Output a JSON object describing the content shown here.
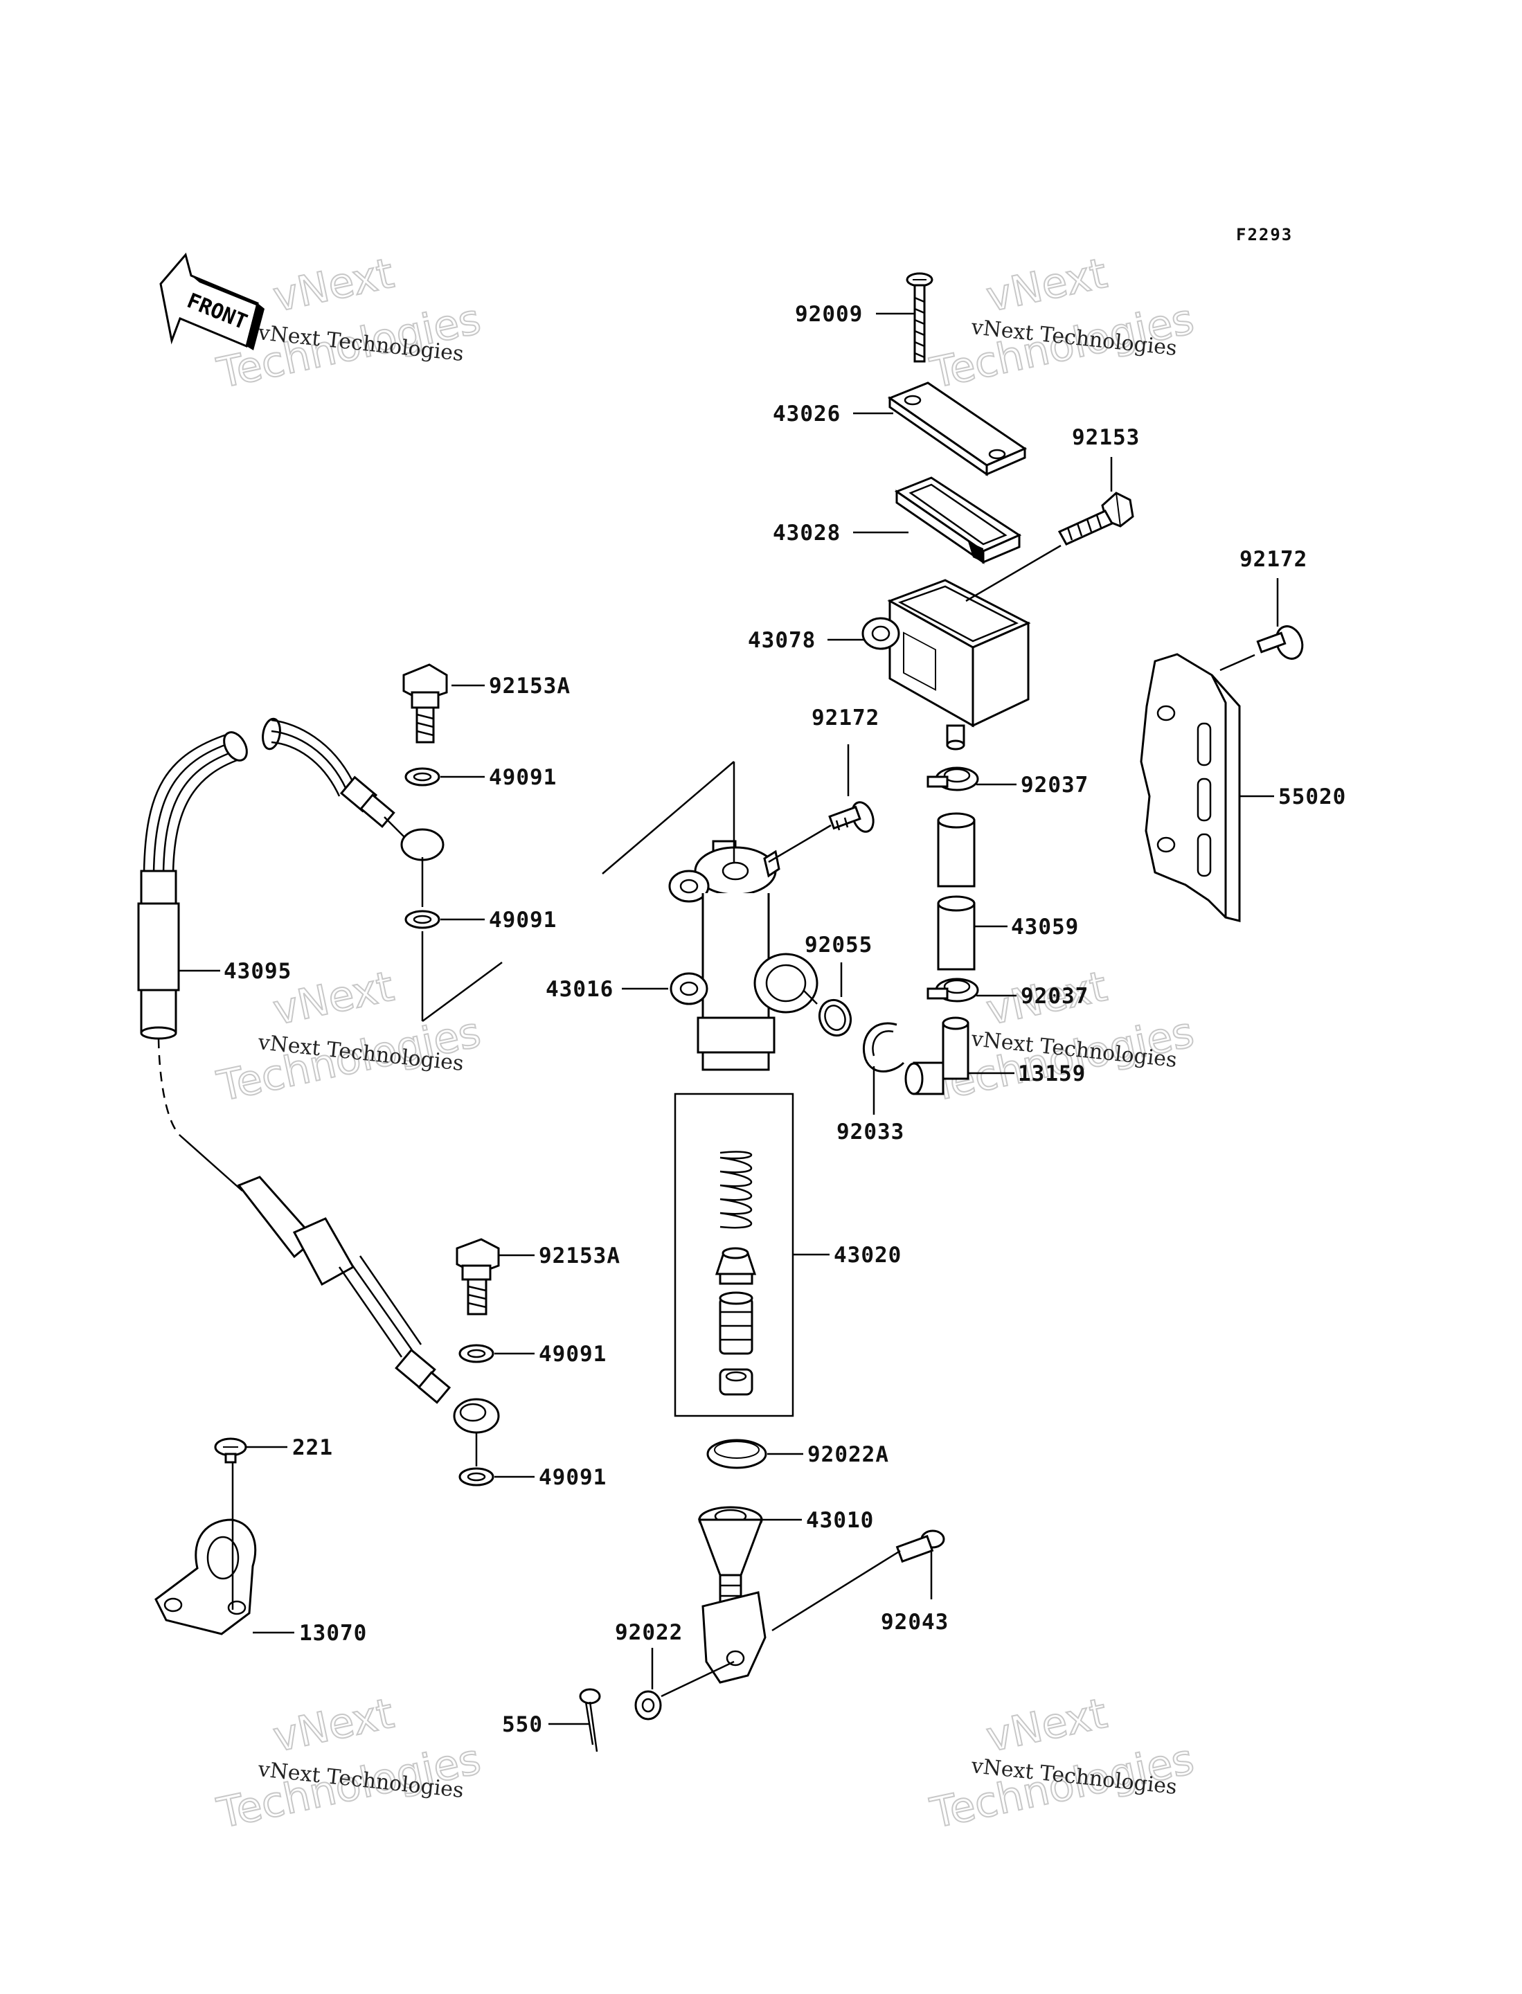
{
  "diagram_code": "F2293",
  "front_label": "FRONT",
  "watermark": {
    "line1": "vNext",
    "line2": "Technologies",
    "small": "vNext Technologies"
  },
  "labels": {
    "p92009": "92009",
    "p43026": "43026",
    "p92153": "92153",
    "p43028": "43028",
    "p43078": "43078",
    "p92172a": "92172",
    "p55020": "55020",
    "p92153A_top": "92153A",
    "p49091_1": "49091",
    "p49091_2": "49091",
    "p43095": "43095",
    "p92172b": "92172",
    "p92037_top": "92037",
    "p43059": "43059",
    "p92037_bot": "92037",
    "p92055": "92055",
    "p43016": "43016",
    "p13159": "13159",
    "p92033": "92033",
    "p43020": "43020",
    "p92153A_bot": "92153A",
    "p49091_3": "49091",
    "p49091_4": "49091",
    "p221": "221",
    "p13070": "13070",
    "p92022A": "92022A",
    "p43010": "43010",
    "p92043": "92043",
    "p92022": "92022",
    "p550": "550"
  }
}
